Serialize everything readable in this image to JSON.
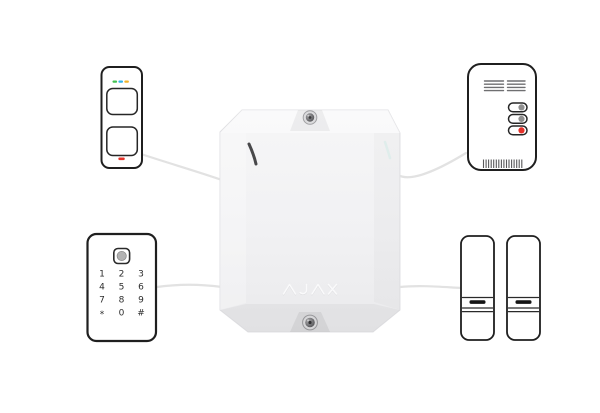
{
  "colors": {
    "background": "#ffffff",
    "device_outline": "#1f1f1f",
    "connection_line": "#e2e2e2"
  },
  "hub": {
    "logo": "AJAX",
    "led_slash": "#48484a",
    "highlight_slash": "#dcecea"
  },
  "motion_detector": {
    "status_leds": [
      "#43c152",
      "#33b4e8",
      "#f1b32b"
    ],
    "alarm_led": "#e5332a"
  },
  "keypad": {
    "keys": [
      "1",
      "2",
      "3",
      "4",
      "5",
      "6",
      "7",
      "8",
      "9",
      "*",
      "0",
      "#"
    ]
  },
  "gas_detector": {
    "indicator_dots": [
      "#8f8f8f",
      "#8f8f8f",
      "#e5312a"
    ]
  },
  "door_sensors": {
    "count": 2,
    "status_led": "#141414"
  }
}
